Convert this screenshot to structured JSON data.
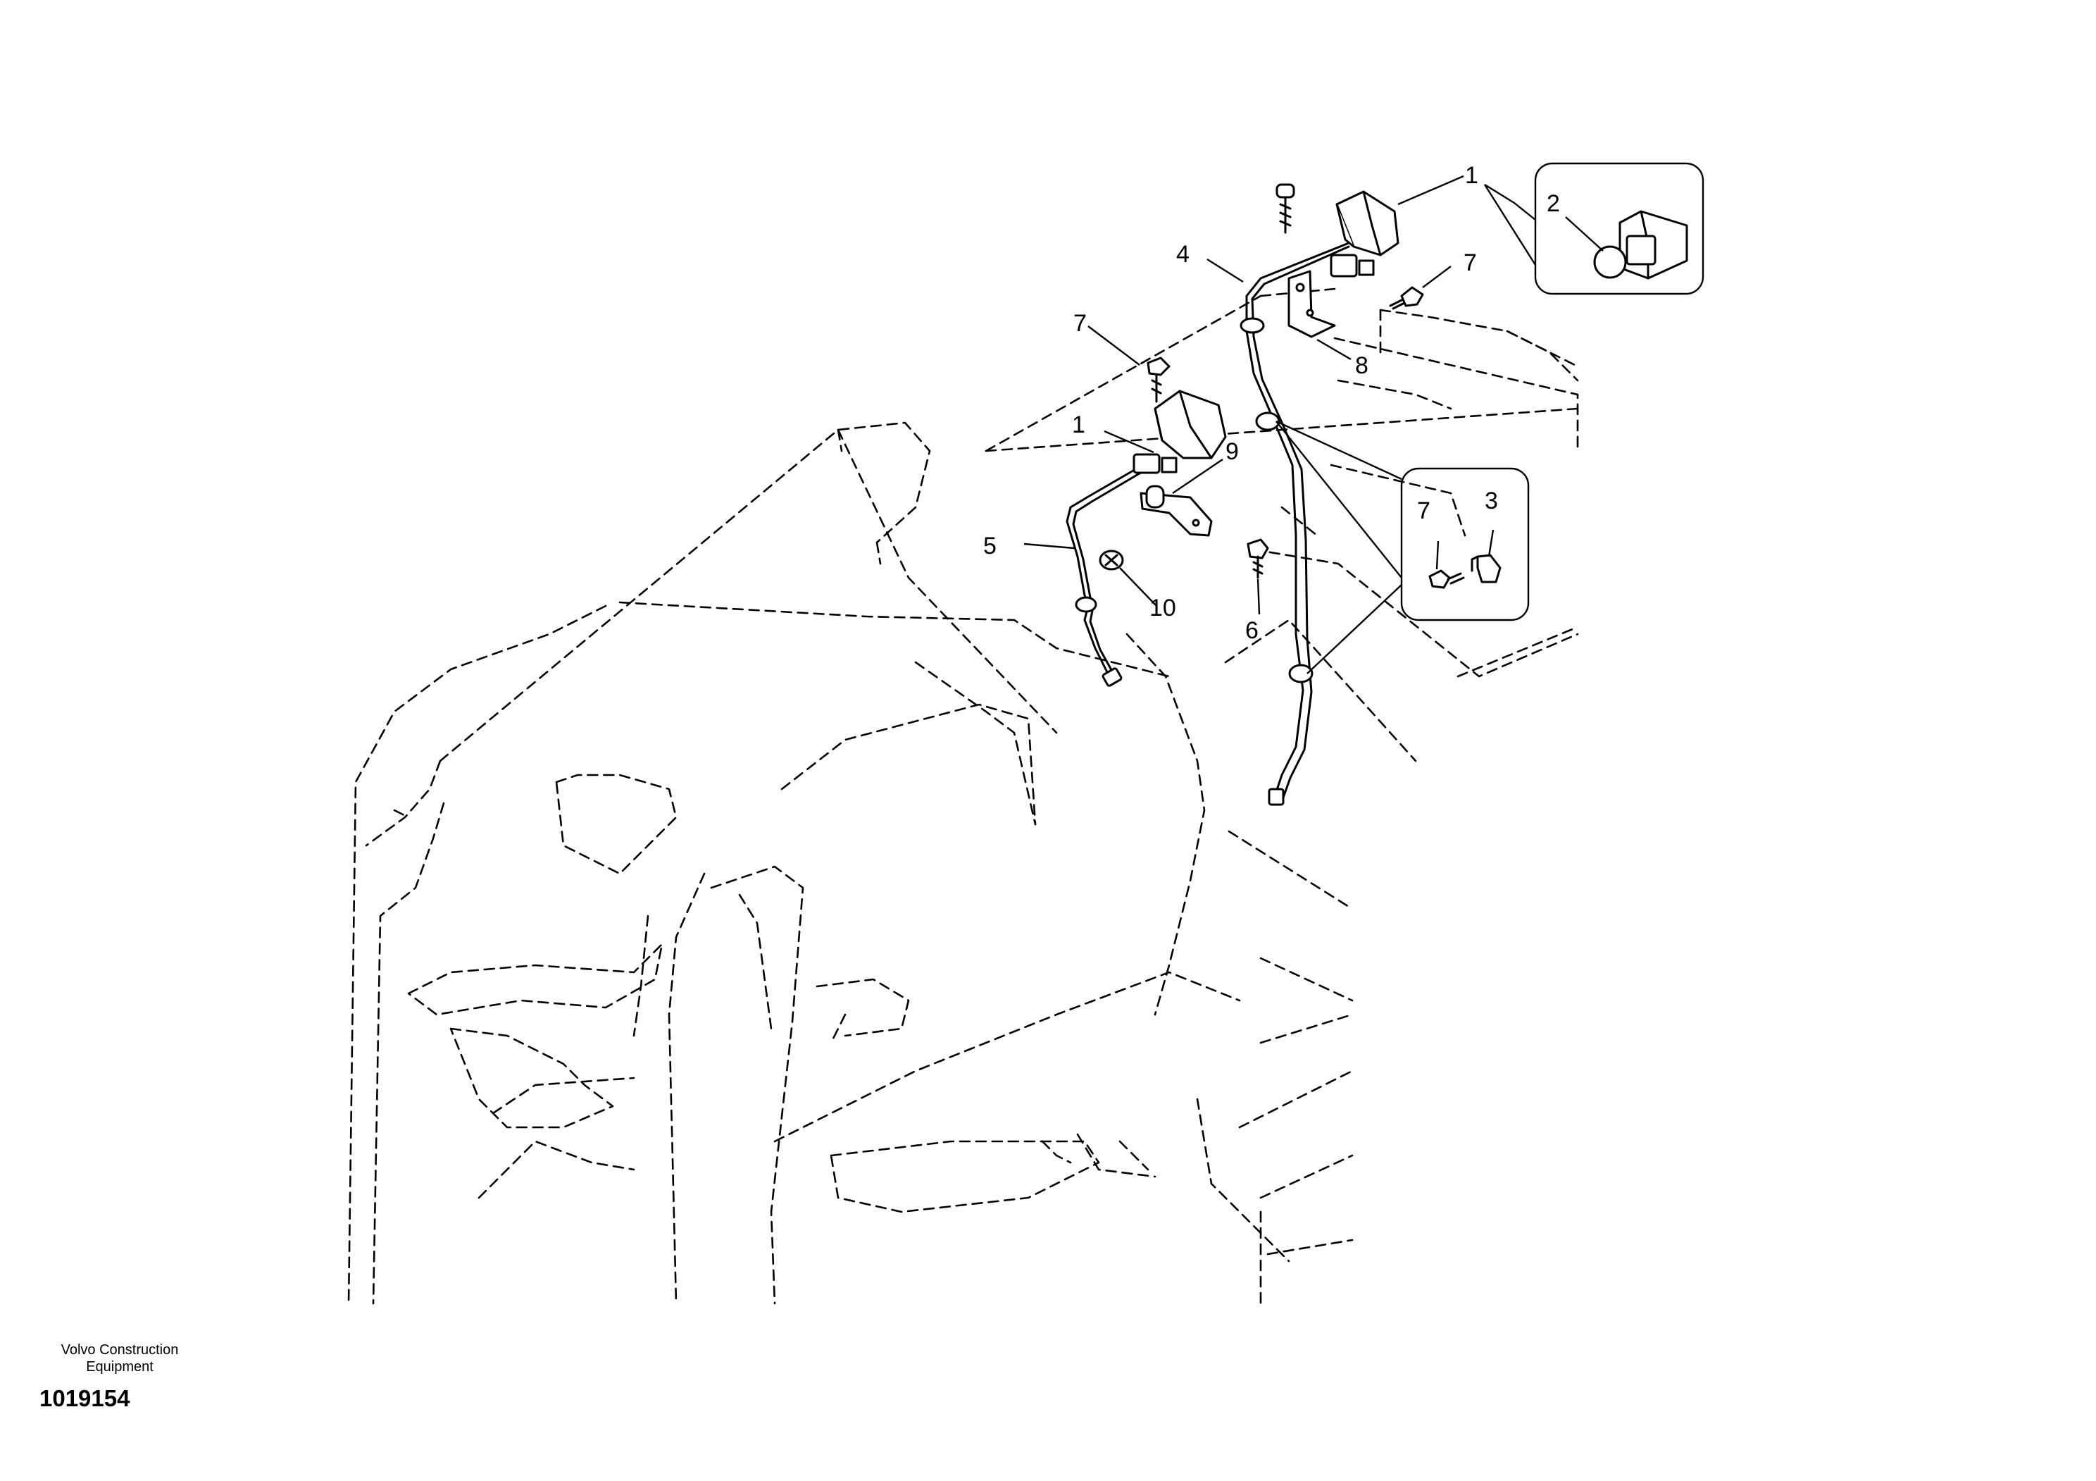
{
  "callouts": {
    "top_right_lamp": "1",
    "bulb": "2",
    "clamp": "3",
    "harness_upper": "4",
    "harness_lower": "5",
    "screw_lower": "6",
    "screw_top_right": "7",
    "screw_top_left": "7",
    "screw_detail": "7",
    "bracket_right": "8",
    "left_lamp": "1",
    "bracket_left": "9",
    "grommet": "10"
  },
  "footer": {
    "brand_line1": "Volvo Construction",
    "brand_line2": "Equipment",
    "figure_code": "1019154"
  }
}
